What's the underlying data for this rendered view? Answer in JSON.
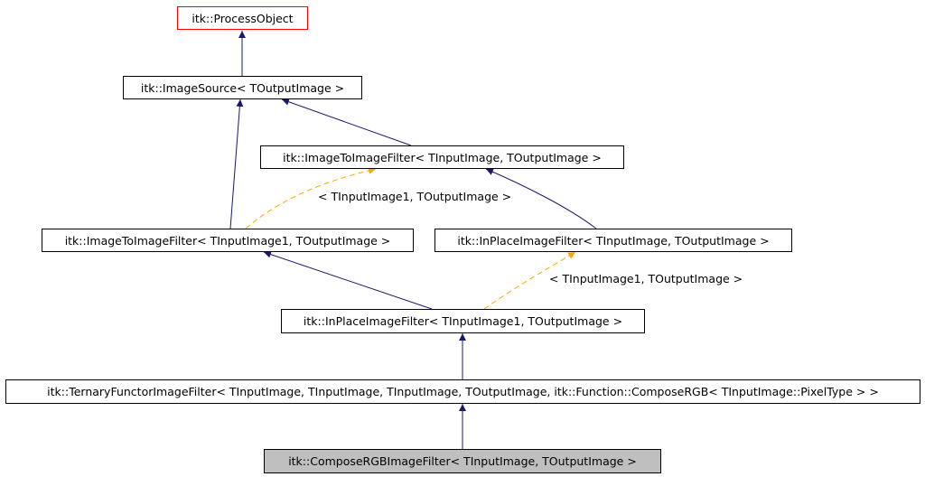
{
  "nodes": {
    "process_object": "itk::ProcessObject",
    "image_source": "itk::ImageSource< TOutputImage >",
    "image_to_image_filter": "itk::ImageToImageFilter< TInputImage, TOutputImage >",
    "image_to_image_filter_input1": "itk::ImageToImageFilter< TInputImage1, TOutputImage >",
    "in_place_image_filter": "itk::InPlaceImageFilter< TInputImage, TOutputImage >",
    "in_place_image_filter_input1": "itk::InPlaceImageFilter< TInputImage1, TOutputImage >",
    "ternary_functor_image_filter": "itk::TernaryFunctorImageFilter< TInputImage, TInputImage, TInputImage, TOutputImage, itk::Function::ComposeRGB< TInputImage::PixelType > >",
    "compose_rgb_image_filter": "itk::ComposeRGBImageFilter< TInputImage, TOutputImage >"
  },
  "template_labels": {
    "image_to_image_instantiation": "< TInputImage1, TOutputImage >",
    "in_place_instantiation": "< TInputImage1, TOutputImage >"
  },
  "colors": {
    "inheritance_edge": "#191970",
    "template_edge": "#ffa500",
    "root_border": "#ff0000",
    "current_fill": "#bfbfbf"
  }
}
